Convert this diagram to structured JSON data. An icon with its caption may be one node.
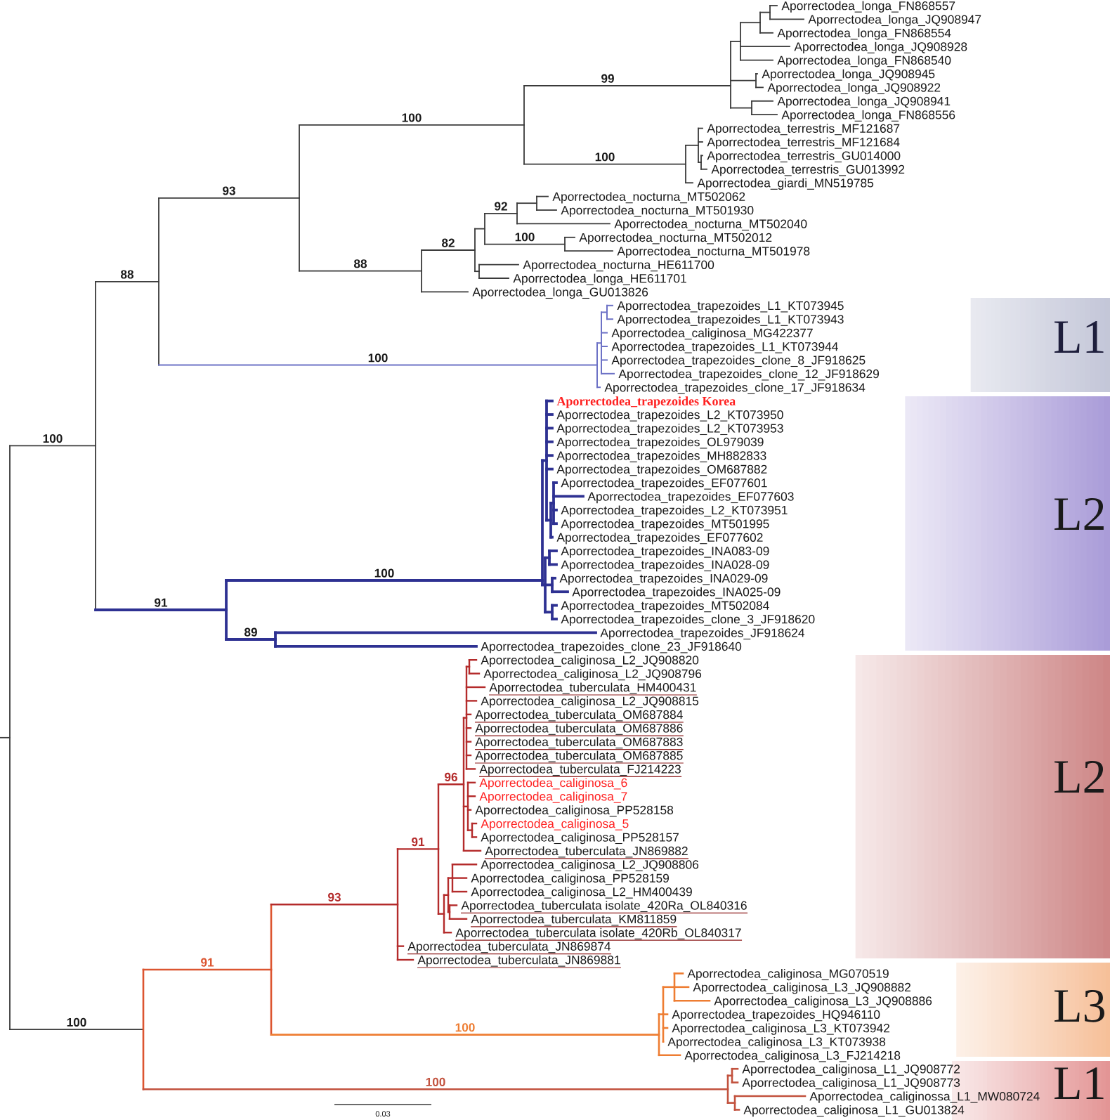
{
  "diagram": {
    "nodes": [
      {
        "text": [
          "L1"
        ]
      },
      {
        "text": [
          "L2"
        ]
      },
      {
        "text": [
          "L2"
        ]
      },
      {
        "text": [
          "L3"
        ]
      },
      {
        "text": [
          "L1"
        ]
      }
    ],
    "labels": [
      "Aporrectodea_longa_FN868557",
      "Aporrectodea_longa_JQ908947",
      "Aporrectodea_longa_FN868554",
      "Aporrectodea_longa_JQ908928",
      "Aporrectodea_longa_FN868540",
      "Aporrectodea_longa_JQ908945",
      "Aporrectodea_longa_JQ908922",
      "Aporrectodea_longa_JQ908941",
      "Aporrectodea_longa_FN868556",
      "Aporrectodea_terrestris_MF121687",
      "Aporrectodea_terrestris_MF121684",
      "Aporrectodea_terrestris_GU014000",
      "Aporrectodea_terrestris_GU013992",
      "Aporrectodea_giardi_MN519785",
      "Aporrectodea_nocturna_MT502062",
      "Aporrectodea_nocturna_MT501930",
      "Aporrectodea_nocturna_MT502040",
      "Aporrectodea_nocturna_MT502012",
      "Aporrectodea_nocturna_MT501978",
      "Aporrectodea_nocturna_HE611700",
      "Aporrectodea_longa_HE611701",
      "Aporrectodea_longa_GU013826",
      "Aporrectodea_trapezoides_L1_KT073945",
      "Aporrectodea_trapezoides_L1_KT073943",
      "Aporrectodea_caliginosa_MG422377",
      "Aporrectodea_trapezoides_L1_KT073944",
      "Aporrectodea_trapezoides_clone_8_JF918625",
      "Aporrectodea_trapezoides_clone_12_JF918629",
      "Aporrectodea_trapezoides_clone_17_JF918634",
      "Aporrectodea_trapezoides Korea",
      "Aporrectodea_trapezoides_L2_KT073950",
      "Aporrectodea_trapezoides_L2_KT073953",
      "Aporrectodea_trapezoides_OL979039",
      "Aporrectodea_trapezoides_MH882833",
      "Aporrectodea_trapezoides_OM687882",
      "Aporrectodea_trapezoides_EF077601",
      "Aporrectodea_trapezoides_EF077603",
      "Aporrectodea_trapezoides_L2_KT073951",
      "Aporrectodea_trapezoides_MT501995",
      "Aporrectodea_trapezoides_EF077602",
      "Aporrectodea_trapezoides_INA083-09",
      "Aporrectodea_trapezoides_INA028-09",
      "Aporrectodea_trapezoides_INA029-09",
      "Aporrectodea_trapezoides_INA025-09",
      "Aporrectodea_trapezoides_MT502084",
      "Aporrectodea_trapezoides_clone_3_JF918620",
      "Aporrectodea_trapezoides_JF918624",
      "Aporrectodea_trapezoides_clone_23_JF918640",
      "Aporrectodea_caliginosa_L2_JQ908820",
      "Aporrectodea_caliginosa_L2_JQ908796",
      "Aporrectodea_tuberculata_HM400431",
      "Aporrectodea_caliginosa_L2_JQ908815",
      "Aporrectodea_tuberculata_OM687884",
      "Aporrectodea_tuberculata_OM687886",
      "Aporrectodea_tuberculata_OM687883",
      "Aporrectodea_tuberculata_OM687885",
      "Aporrectodea_tuberculata_FJ214223",
      "Aporrectodea_caliginosa_6",
      "Aporrectodea_caliginosa_7",
      "Aporrectodea_caliginosa_PP528158",
      "Aporrectodea_caliginosa_5",
      "Aporrectodea_caliginosa_PP528157",
      "Aporrectodea_tuberculata_JN869882",
      "Aporrectodea_caliginosa_L2_JQ908806",
      "Aporrectodea_caliginosa_PP528159",
      "Aporrectodea_caliginosa_L2_HM400439",
      "Aporrectodea_tuberculata isolate_420Ra_OL840316",
      "Aporrectodea_tuberculata_KM811859",
      "Aporrectodea_tuberculata isolate_420Rb_OL840317",
      "Aporrectodea_tuberculata_JN869874",
      "Aporrectodea_tuberculata_JN869881",
      "Aporrectodea_caliginosa_MG070519",
      "Aporrectodea_caliginosa_L3_JQ908882",
      "Aporrectodea_caliginosa_L3_JQ908886",
      "Aporrectodea_trapezoides_HQ946110",
      "Aporrectodea_caliginosa_L3_KT073942",
      "Aporrectodea_caliginosa_L3_KT073938",
      "Aporrectodea_caliginosa_L3_FJ214218",
      "Aporrectodea_caliginosa_L1_JQ908772",
      "Aporrectodea_caliginosa_L1_JQ908773",
      "Aporrectodea_caliginossa_L1_MW080724",
      "Aporrectodea_caliginosa_L1_GU013824",
      "99",
      "100",
      "100",
      "93",
      "92",
      "100",
      "82",
      "88",
      "88",
      "100",
      "100",
      "100",
      "91",
      "89",
      "96",
      "91",
      "93",
      "91",
      "100",
      "100",
      "100",
      "0.03"
    ]
  }
}
